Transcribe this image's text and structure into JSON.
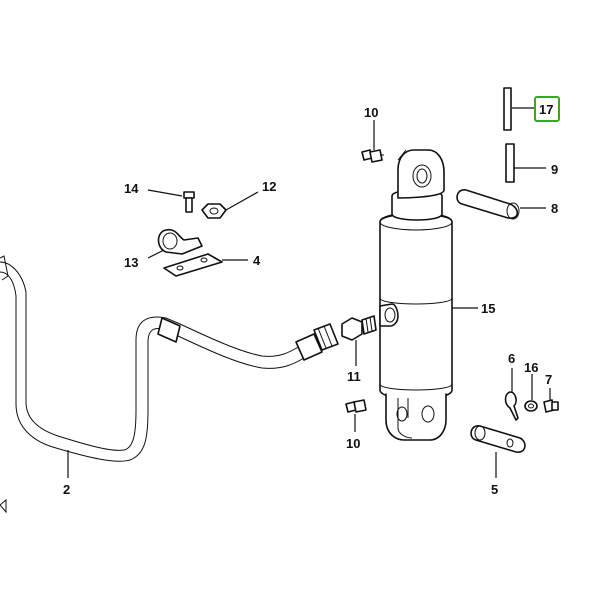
{
  "callouts": {
    "c2": "2",
    "c4": "4",
    "c5": "5",
    "c6": "6",
    "c7": "7",
    "c8": "8",
    "c9": "9",
    "c10a": "10",
    "c10b": "10",
    "c11": "11",
    "c12": "12",
    "c13": "13",
    "c14": "14",
    "c15": "15",
    "c16": "16",
    "c17": "17"
  },
  "colors": {
    "line": "#111111",
    "highlight": "#3aa81c",
    "background": "#ffffff"
  }
}
